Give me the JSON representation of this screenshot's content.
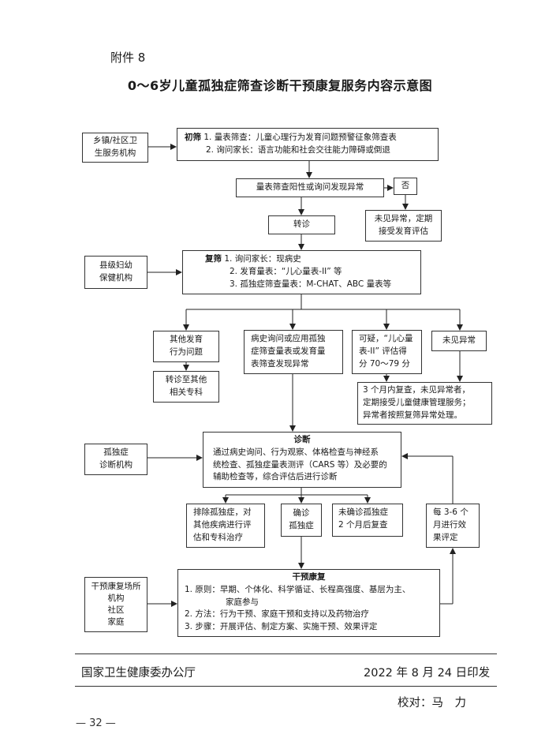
{
  "header": {
    "annex": "附件 8",
    "title": "0～6岁儿童孤独症筛查诊断干预康复服务内容示意图"
  },
  "org_township": [
    "乡镇/社区卫",
    "生服务机构"
  ],
  "initial": {
    "label": "初筛",
    "item1": "1. 量表筛查：儿童心理行为发育问题预警征象筛查表",
    "item2": "2. 询问家长：语言功能和社会交往能力障碍或倒退"
  },
  "positive": "量表筛查阳性或询问发现异常",
  "no": "否",
  "no_result": [
    "未见异常，定期",
    "接受发育评估"
  ],
  "referral": "转诊",
  "org_county": [
    "县级妇幼",
    "保健机构"
  ],
  "rescreen": {
    "label": "复筛",
    "item1": "1. 询问家长：现病史",
    "item2": "2. 发育量表：“儿心量表-II” 等",
    "item3": "3. 孤独症筛查量表：M-CHAT、ABC 量表等"
  },
  "other_dev": [
    "其他发育",
    "行为问题"
  ],
  "transfer_other": [
    "转诊至其他",
    "相关专科"
  ],
  "history_abnormal": [
    "病史询问或应用孤独",
    "症筛查量表或发育量",
    "表筛查发现异常"
  ],
  "suspect": [
    "可疑，“儿心量",
    "表-II” 评估得",
    "分 70～79 分"
  ],
  "no_abnormal": "未见异常",
  "recheck3": [
    "3 个月内复查，未见异常者，",
    "定期接受儿童健康管理服务；",
    "异常者按照复筛异常处理。"
  ],
  "org_autism": [
    "孤独症",
    "诊断机构"
  ],
  "diagnosis": {
    "label": "诊断",
    "line1": "通过病史询问、行为观察、体格检查与神经系",
    "line2": "统检查、孤独症量表测评（CARS 等）及必要的",
    "line3": "辅助检查等，综合评估后进行诊断"
  },
  "exclude": [
    "排除孤独症，对",
    "其他疾病进行评",
    "估和专科治疗"
  ],
  "confirmed": [
    "确诊",
    "孤独症"
  ],
  "not_confirmed": [
    "未确诊孤独症",
    "2 个月后复查"
  ],
  "evaluate": [
    "每 3-6 个",
    "月进行效",
    "果评定"
  ],
  "org_rehab": [
    "干预康复场所",
    "机构",
    "社区",
    "家庭"
  ],
  "intervention": {
    "label": "干预康复",
    "line1": "1. 原则：早期、个体化、科学循证、长程高强度、基层为主、",
    "line1b": "家庭参与",
    "line2": "2. 方法：行为干预、家庭干预和支持以及药物治疗",
    "line3": "3. 步骤：开展评估、制定方案、实施干预、效果评定"
  },
  "footer": {
    "issuer": "国家卫生健康委办公厅",
    "date": "2022 年 8 月 24 日印发",
    "proof": "校对：马　力"
  },
  "page_number": "— 32 —"
}
